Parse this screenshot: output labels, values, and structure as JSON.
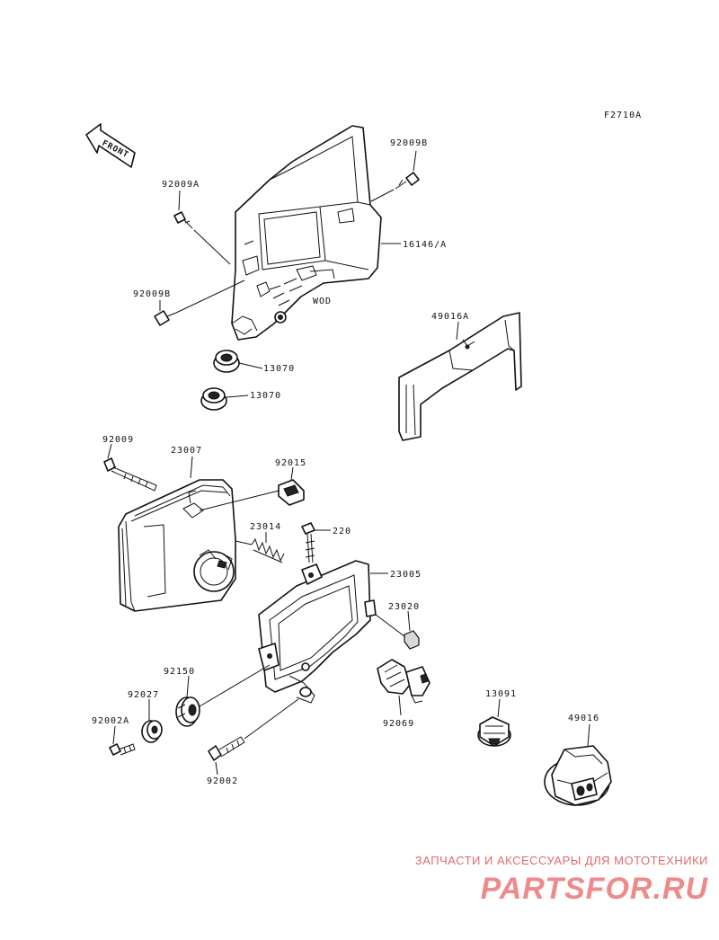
{
  "figure_code": "F2710A",
  "front_label": "FRONT",
  "mark_wod": "WOD",
  "part_labels": {
    "p92009B_top": "92009B",
    "p92009A": "92009A",
    "p16146A": "16146/A",
    "p92009B_left": "92009B",
    "p13070_a": "13070",
    "p13070_b": "13070",
    "p49016A": "49016A",
    "p92009": "92009",
    "p23007": "23007",
    "p92015": "92015",
    "p23014": "23014",
    "p220": "220",
    "p23005": "23005",
    "p23020": "23020",
    "p92150": "92150",
    "p92027": "92027",
    "p92002A": "92002A",
    "p92002": "92002",
    "p92069": "92069",
    "p13091": "13091",
    "p49016": "49016"
  },
  "watermark": {
    "tagline": "ЗАПЧАСТИ И АКСЕССУАРЫ ДЛЯ МОТОТЕХНИКИ",
    "logo": "PARTSFOR.RU"
  }
}
